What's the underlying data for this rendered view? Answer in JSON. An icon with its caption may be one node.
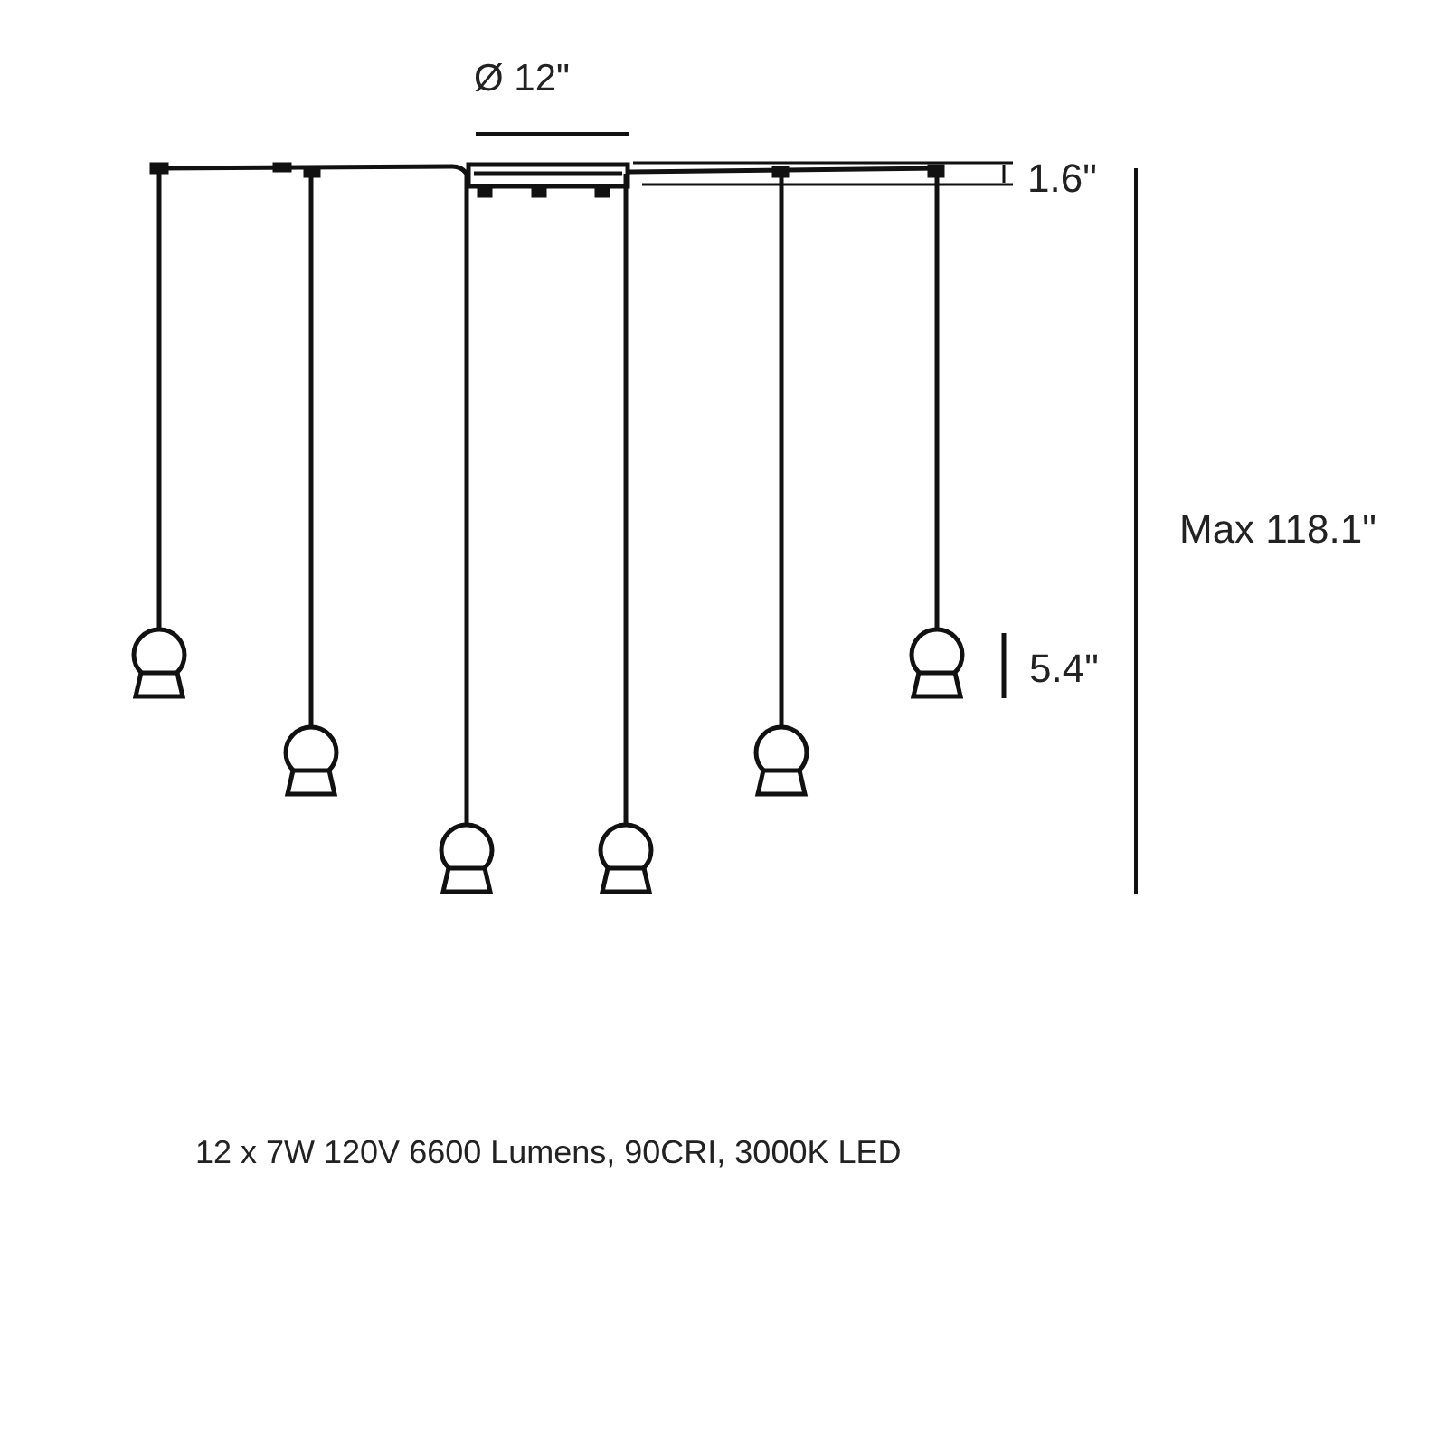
{
  "diagram": {
    "caption": "12 x 7W 120V 6600 Lumens, 90CRI, 3000K LED",
    "labels": [
      "Ø 12\"",
      "1.6\"",
      "Max 118.1\"",
      "5.4\""
    ]
  }
}
